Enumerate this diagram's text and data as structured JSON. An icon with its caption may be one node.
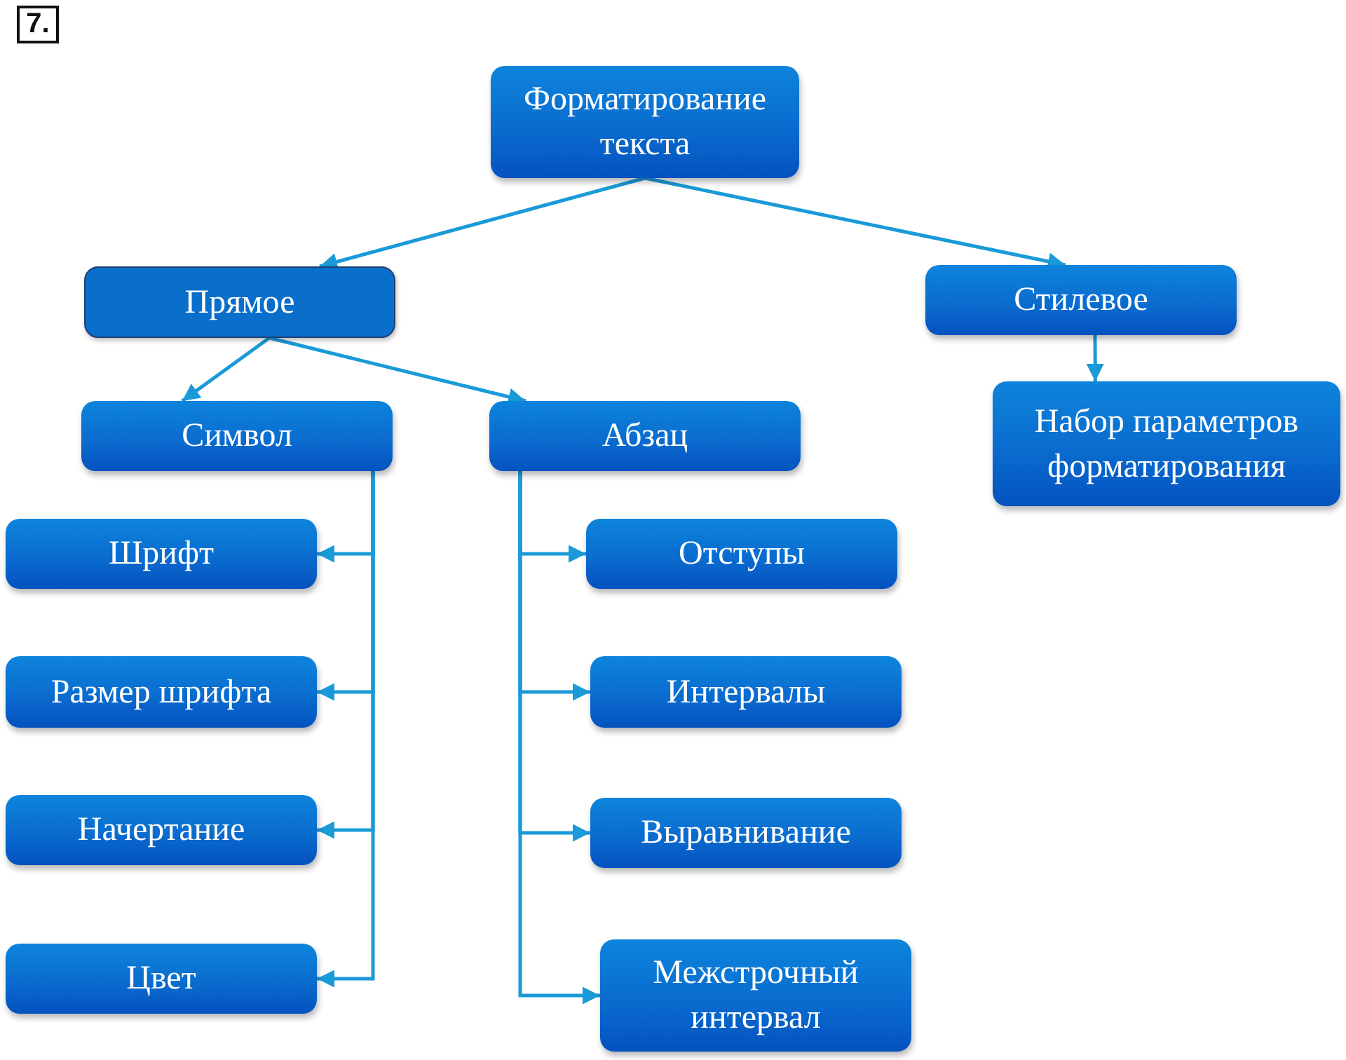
{
  "diagram": {
    "nodes": [
      {
        "text": [
          "Форматирование текста"
        ]
      },
      {
        "text": [
          "Прямое"
        ]
      },
      {
        "text": [
          "Стилевое"
        ]
      },
      {
        "text": [
          "Набор параметров форматирования"
        ]
      },
      {
        "text": [
          "Символ"
        ]
      },
      {
        "text": [
          "Абзац"
        ]
      },
      {
        "text": [
          "Шрифт"
        ]
      },
      {
        "text": [
          "Размер шрифта"
        ]
      },
      {
        "text": [
          "Начертание"
        ]
      },
      {
        "text": [
          "Цвет"
        ]
      },
      {
        "text": [
          "Отступы"
        ]
      },
      {
        "text": [
          "Интервалы"
        ]
      },
      {
        "text": [
          "Выравнивание"
        ]
      },
      {
        "text": [
          "Межстрочный интервал"
        ]
      }
    ],
    "edges": [
      {
        "from": 0,
        "to": 1,
        "arrow": "to"
      },
      {
        "from": 0,
        "to": 2,
        "arrow": "to"
      },
      {
        "from": 1,
        "to": 4,
        "arrow": "to"
      },
      {
        "from": 1,
        "to": 5,
        "arrow": "to"
      },
      {
        "from": 2,
        "to": 3,
        "arrow": "to"
      },
      {
        "from": 4,
        "to": 6,
        "arrow": "to"
      },
      {
        "from": 4,
        "to": 7,
        "arrow": "to"
      },
      {
        "from": 4,
        "to": 8,
        "arrow": "to"
      },
      {
        "from": 4,
        "to": 9,
        "arrow": "to"
      },
      {
        "from": 5,
        "to": 10,
        "arrow": "to"
      },
      {
        "from": 5,
        "to": 11,
        "arrow": "to"
      },
      {
        "from": 5,
        "to": 12,
        "arrow": "to"
      },
      {
        "from": 5,
        "to": 13,
        "arrow": "to"
      }
    ],
    "labels": [
      "7."
    ]
  }
}
